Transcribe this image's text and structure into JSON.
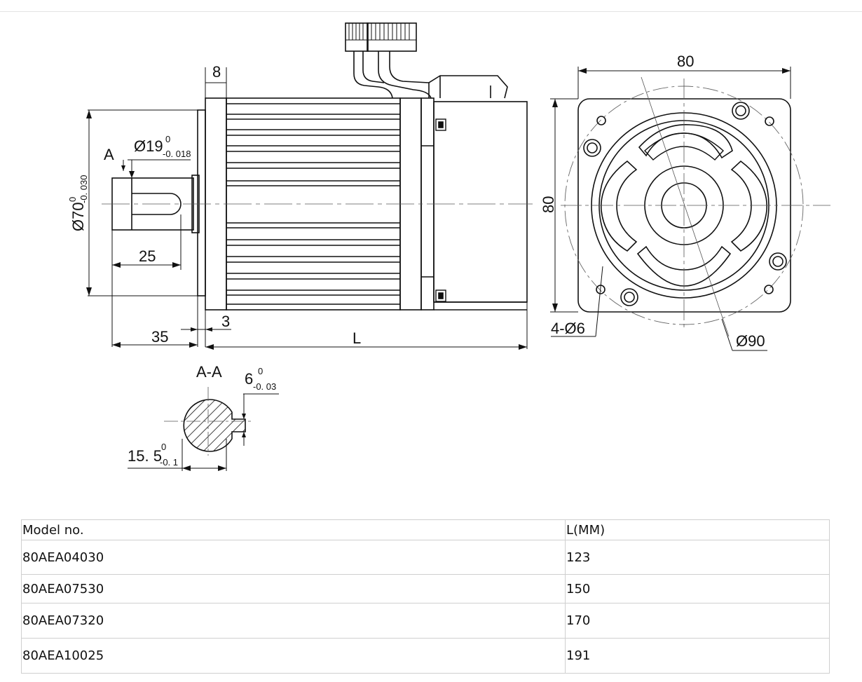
{
  "drawing": {
    "labels": {
      "flange_thickness": "8",
      "square_width": "80",
      "square_height": "80",
      "shaft_section_ref": "A",
      "shaft_dia": "Ø19",
      "shaft_dia_upper_tol": "0",
      "shaft_dia_lower_tol": "-0. 018",
      "pilot_dia": "Ø70",
      "pilot_dia_upper_tol": "0",
      "pilot_dia_lower_tol": "-0. 030",
      "key_length": "25",
      "shaft_length": "35",
      "pilot_depth": "3",
      "body_length": "L",
      "mount_holes": "4-Ø6",
      "bolt_circle": "Ø90",
      "section_title": "A-A",
      "key_width": "6",
      "key_width_upper_tol": "0",
      "key_width_lower_tol": "-0. 03",
      "key_depth": "15. 5",
      "key_depth_upper_tol": "0",
      "key_depth_lower_tol": "-0. 1"
    }
  },
  "table": {
    "headers": [
      "Model no.",
      "L(MM)"
    ],
    "rows": [
      [
        "80AEA04030",
        "123"
      ],
      [
        "80AEA07530",
        "150"
      ],
      [
        "80AEA07320",
        "170"
      ],
      [
        "80AEA10025",
        "191"
      ]
    ]
  }
}
